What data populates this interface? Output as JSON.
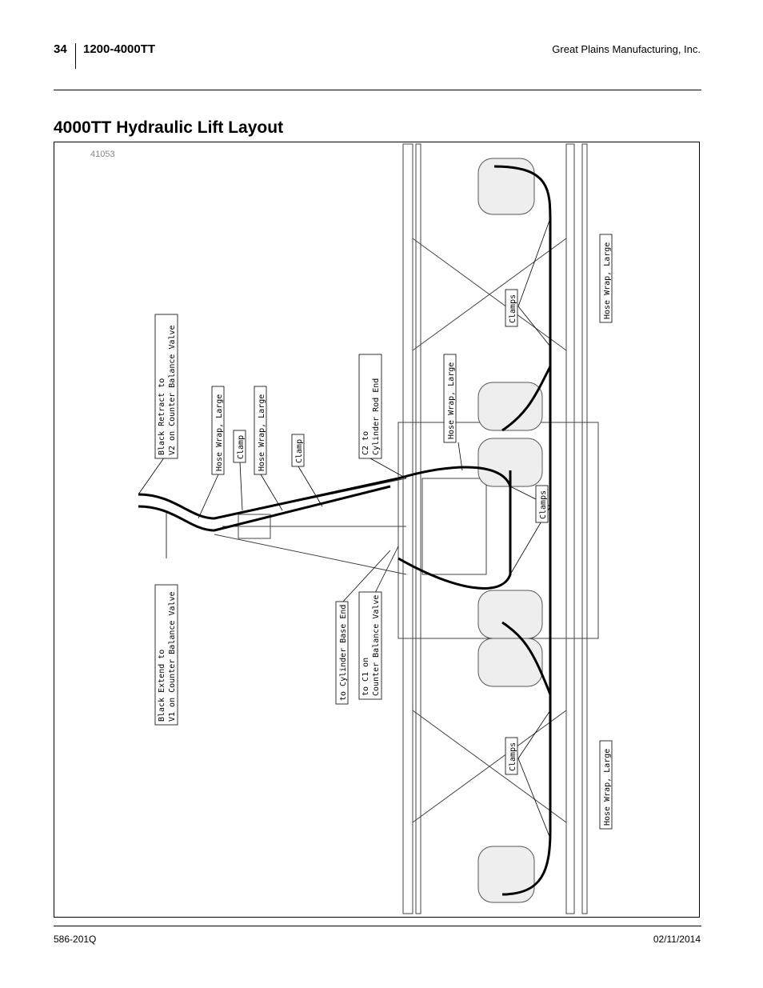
{
  "header": {
    "page_number": "34",
    "model": "1200-4000TT",
    "company": "Great Plains Manufacturing, Inc."
  },
  "title": "4000TT Hydraulic Lift Layout",
  "figure": {
    "figure_number": "41053",
    "callouts": {
      "black_retract": [
        "Black Retract to",
        "V2 on Counter Balance Valve"
      ],
      "hose_wrap_1": "Hose Wrap, Large",
      "clamp_1": "Clamp",
      "hose_wrap_2": "Hose Wrap, Large",
      "clamp_2": "Clamp",
      "c2": [
        "C2 to",
        "Cylinder Rod End"
      ],
      "hose_wrap_3": "Hose Wrap, Large",
      "clamps_top": "Clamps",
      "hose_wrap_top": "Hose Wrap, Large",
      "clamps_mid": "Clamps",
      "black_extend": [
        "Black Extend to",
        "V1 on Counter Balance Valve"
      ],
      "cyl_base": "to Cylinder Base End",
      "c1": [
        "to C1 on",
        "Counter Balance Valve"
      ],
      "clamps_bottom": "Clamps",
      "hose_wrap_bottom": "Hose Wrap, Large"
    }
  },
  "footer": {
    "doc_number": "586-201Q",
    "date": "02/11/2014"
  }
}
